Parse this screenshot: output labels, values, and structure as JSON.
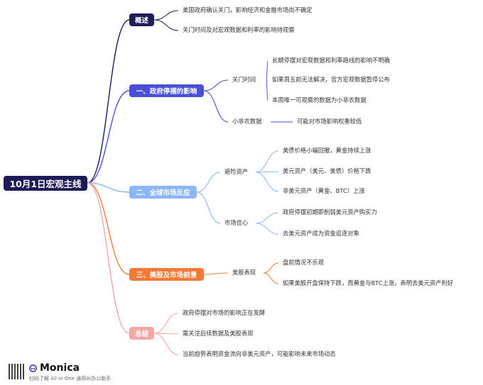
{
  "root": {
    "label": "10月1日宏观主线",
    "color": "#1c1a57"
  },
  "branches": [
    {
      "label": "概述",
      "color": "#1f1d5c",
      "children": [
        {
          "label": "美国政府确认关门，影响经济和金融市场尚不确定"
        },
        {
          "label": "关门时间及对宏观数据和利率的影响待观察"
        }
      ]
    },
    {
      "label": "一、政府停摆的影响",
      "color": "#4a4fd8",
      "children": [
        {
          "label": "关门时间",
          "children": [
            {
              "label": "长期停摆对宏观数据和利率路线的影响不明确"
            },
            {
              "label": "如果周五前无法解决，官方宏观数据暂停公布"
            },
            {
              "label": "本周唯一可观察的数据为小非农数据"
            }
          ]
        },
        {
          "label": "小非农数据",
          "children": [
            {
              "label": "可能对市场影响权重较低"
            }
          ]
        }
      ]
    },
    {
      "label": "二、全球市场反应",
      "color": "#8bb6f7",
      "children": [
        {
          "label": "避险资产",
          "children": [
            {
              "label": "美债价格小幅回撤，黄金持续上涨"
            },
            {
              "label": "美元资产（美元、美债）价格下跌"
            },
            {
              "label": "非美元资产（黄金、BTC）上涨"
            }
          ]
        },
        {
          "label": "市场信心",
          "children": [
            {
              "label": "政府停摆初期即削弱美元资产购买力"
            },
            {
              "label": "去美元资产成为资金追逐对象"
            }
          ]
        }
      ]
    },
    {
      "label": "三、美股及市场前景",
      "color": "#f27a36",
      "children": [
        {
          "label": "美股表现",
          "children": [
            {
              "label": "盘前情况不乐观"
            },
            {
              "label": "如果美股开盘保持下跌，而黄金与BTC上涨，表明去美元资产利好"
            }
          ]
        }
      ]
    },
    {
      "label": "总结",
      "color": "#f7a6a6",
      "children": [
        {
          "label": "政府停摆对市场的影响正在发酵"
        },
        {
          "label": "需关注后续数据及美股表现"
        },
        {
          "label": "当前趋势表明资金流向非美元资产，可能影响未来市场动态"
        }
      ]
    }
  ],
  "footer": {
    "brand": "Monica",
    "tagline": "扫码了解 All in One 通用AI办公助手"
  }
}
